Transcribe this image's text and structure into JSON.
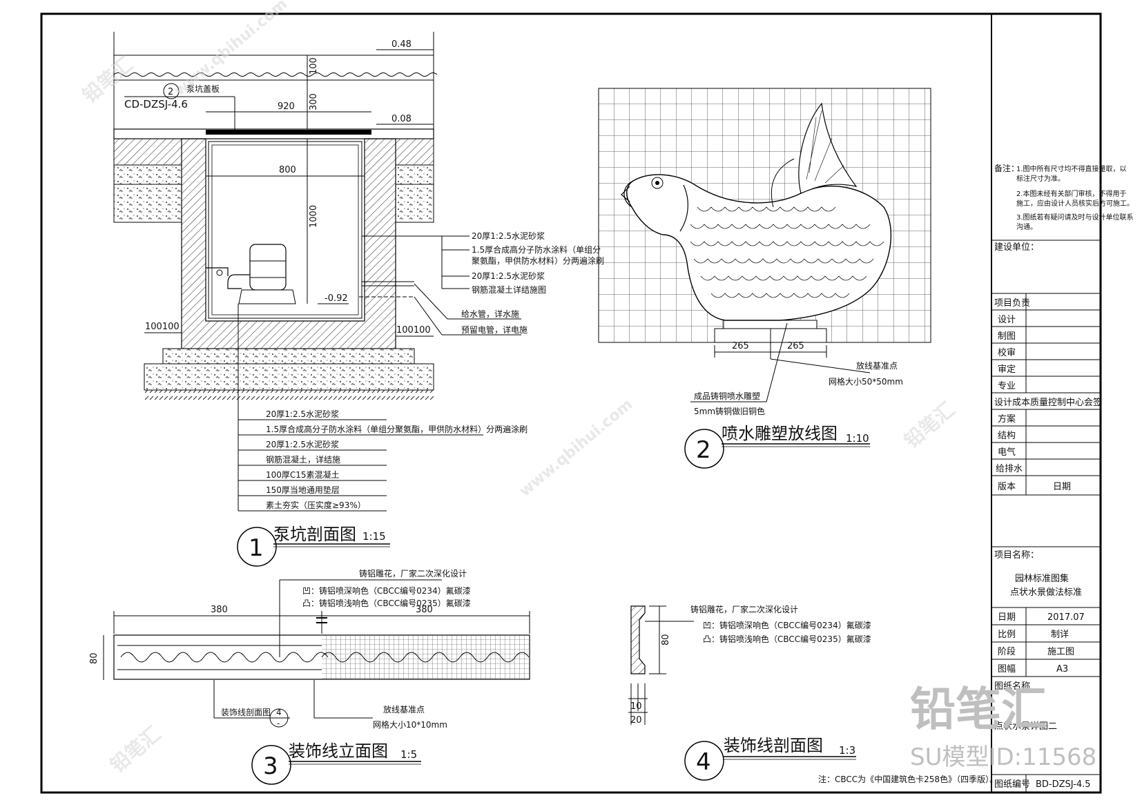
{
  "drawing1": {
    "number": "1",
    "title": "泵坑剖面图",
    "scale": "1:15",
    "ref_num": "2",
    "ref_label": "泵坑盖板",
    "ref_code": "CD-DZSJ-4.6",
    "dims": {
      "top": "0.48",
      "right_level": "0.08",
      "bottom_level": "-0.92",
      "cover_width": "920",
      "inner_width": "800",
      "depth_top": "100",
      "depth_mid": "300",
      "depth_inner": "1000",
      "left_offsets": "100100",
      "right_offsets": "100100"
    },
    "notes_right": [
      "20厚1:2.5水泥砂浆",
      "1.5厚合成高分子防水涂料（单组分",
      "聚氨酯，甲供防水材料）分两遍涂刷",
      "20厚1:2.5水泥砂浆",
      "钢筋混凝土详结施图"
    ],
    "notes_pipe": [
      "给水管，详水施",
      "预留电管，详电施"
    ],
    "notes_bottom": [
      "20厚1:2.5水泥砂浆",
      "1.5厚合成高分子防水涂料（单组分聚氨酯，甲供防水材料）分两遍涂刷",
      "20厚1:2.5水泥砂浆",
      "钢筋混凝土，详结施",
      "100厚C15素混凝土",
      "150厚当地通用垫层",
      "素土夯实（压实度≥93%）"
    ]
  },
  "drawing2": {
    "number": "2",
    "title": "喷水雕塑放线图",
    "scale": "1:10",
    "dim_left": "265",
    "dim_right": "265",
    "base_point": "放线基准点",
    "grid_note": "网格大小50*50mm",
    "note_1": "成品铸铜喷水雕塑",
    "note_2": "5mm铸铜做旧铜色"
  },
  "drawing3": {
    "number": "3",
    "title": "装饰线立面图",
    "scale": "1:5",
    "dim_left": "380",
    "dim_right": "380",
    "height": "80",
    "note_title": "铸铝雕花，厂家二次深化设计",
    "note_1": "凹：铸铝喷深响色（CBCC编号0234）氟碳漆",
    "note_2": "凸：铸铝喷浅响色（CBCC编号0235）氟碳漆",
    "section_label": "装饰线剖面图",
    "section_num": "4",
    "section_sheet": "-",
    "base_point": "放线基准点",
    "grid_note": "网格大小10*10mm"
  },
  "drawing4": {
    "number": "4",
    "title": "装饰线剖面图",
    "scale": "1:3",
    "height": "80",
    "dim_small": "10",
    "dim_total": "20",
    "note_title": "铸铝雕花，厂家二次深化设计",
    "note_1": "凹：铸铝喷深响色（CBCC编号0234）氟碳漆",
    "note_2": "凸：铸铝喷浅响色（CBCC编号0235）氟碳漆"
  },
  "footnote": "注：CBCC为《中国建筑色卡258色》（四季版）。",
  "title_block": {
    "notes_label": "备注：",
    "notes": [
      "1.图中所有尺寸均不得直接量取，以",
      "标注尺寸为准。",
      "2.本图未经有关部门审核，不得用于",
      "施工，应由设计人员核实后方可施工。",
      "3.图纸若有疑问请及时与设计单位联系",
      "沟通。"
    ],
    "client_label": "建设单位：",
    "rows_top": [
      "项目负责",
      "设计",
      "制图",
      "校审",
      "审定",
      "专业"
    ],
    "wide_row": "设计成本质量控制中心会签",
    "rows_mid": [
      "方案",
      "结构",
      "电气",
      "给排水"
    ],
    "version_label": "版本",
    "version_value": "日期",
    "project_label": "项目名称：",
    "project_name_1": "园林标准图集",
    "project_name_2": "点状水景做法标准",
    "info_rows": [
      {
        "label": "日期",
        "value": "2017.07"
      },
      {
        "label": "比例",
        "value": "制详"
      },
      {
        "label": "阶段",
        "value": "施工图"
      },
      {
        "label": "图幅",
        "value": "A3"
      },
      {
        "label": "图纸名称",
        "value": ""
      }
    ],
    "sheet_name": "点状水景详图二",
    "sheet_no_label": "图纸编号",
    "sheet_no": "BD-DZSJ-4.5"
  },
  "watermark": {
    "brand": "铅笔汇",
    "model_id": "SU模型ID:11568",
    "url": "www.qbihui.com"
  }
}
